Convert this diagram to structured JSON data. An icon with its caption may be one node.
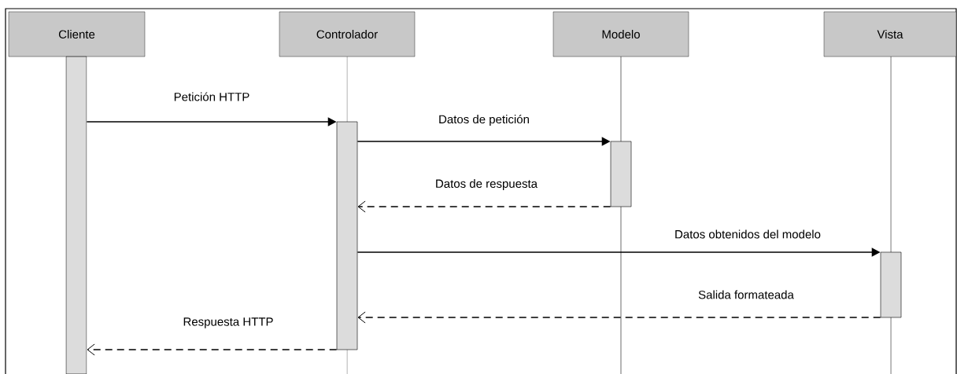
{
  "diagram": {
    "nodes": [
      {
        "text": [
          "Cliente"
        ]
      },
      {
        "text": [
          "Controlador"
        ]
      },
      {
        "text": [
          "Modelo"
        ]
      },
      {
        "text": [
          "Vista"
        ]
      },
      {
        "text": [],
        "shape": "bar"
      },
      {
        "text": [],
        "shape": "bar"
      },
      {
        "text": [],
        "shape": "bar"
      },
      {
        "text": [],
        "shape": "bar"
      }
    ],
    "edges": [
      {
        "from": 4,
        "to": 5,
        "arrow": "to",
        "label": "Petición HTTP"
      },
      {
        "from": 5,
        "to": 6,
        "arrow": "to",
        "label": "Datos de petición"
      },
      {
        "from": 6,
        "to": 5,
        "arrow": "to",
        "label": "Datos de respuesta",
        "style": "dashed"
      },
      {
        "from": 5,
        "to": 7,
        "arrow": "to",
        "label": "Datos obtenidos del modelo"
      },
      {
        "from": 7,
        "to": 5,
        "arrow": "to",
        "label": "Salida formateada",
        "style": "dashed"
      },
      {
        "from": 5,
        "to": 4,
        "arrow": "to",
        "label": "Respuesta HTTP",
        "style": "dashed"
      }
    ]
  }
}
